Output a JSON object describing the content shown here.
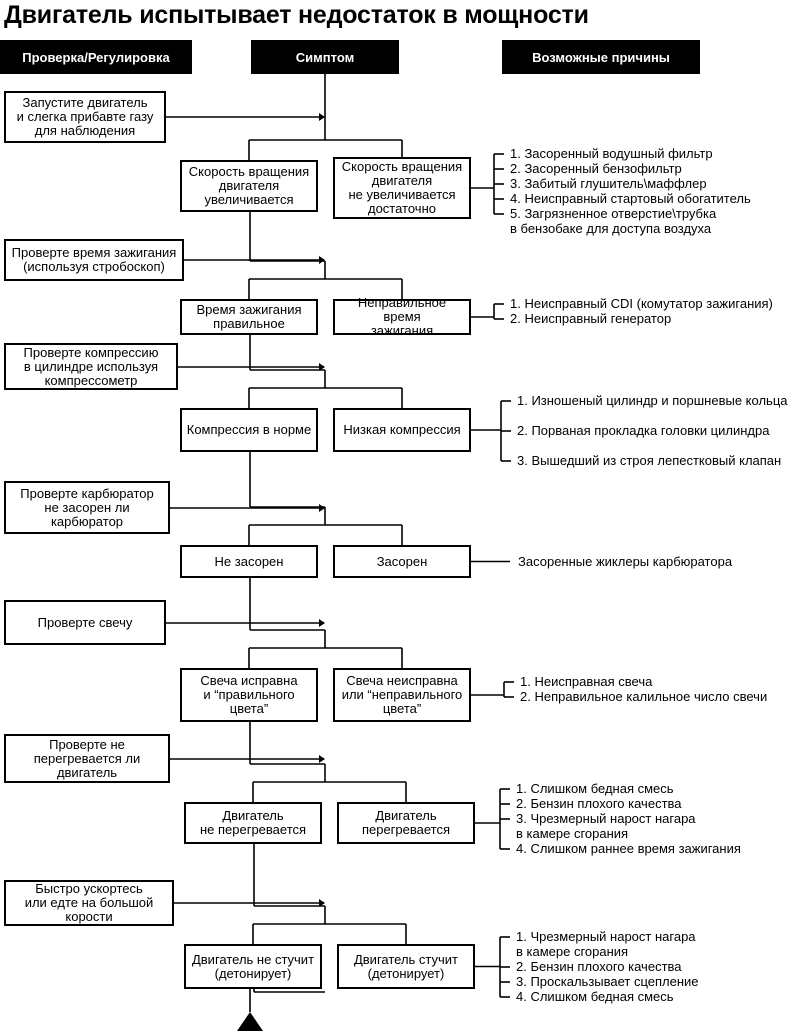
{
  "title": "Двигатель испытывает недостаток в мощности",
  "headers": {
    "check": "Проверка/Регулировка",
    "symptom": "Симптом",
    "causes": "Возможные причины"
  },
  "steps": [
    {
      "check": "Запустите двигатель\nи слегка прибавте газу\nдля наблюдения",
      "ok": "Скорость вращения\nдвигателя\nувеличивается",
      "fault": "Скорость вращения\nдвигателя\nне увеличивается\nдостаточно",
      "causes": [
        "1. Засоренный водушный фильтр",
        "2. Засоренный бензофильтр",
        "3. Забитый глушитель\\маффлер",
        "4. Неисправный стартовый обогатитель",
        "5. Загрязненное отверстие\\трубка\n    в бензобаке для доступа воздуха"
      ]
    },
    {
      "check": "Проверте время зажигания\n(используя стробоскоп)",
      "ok": "Время зажигания\nправильное",
      "fault": "Неправильное время\nзажигания",
      "causes": [
        "1. Неисправный CDI (комутатор зажигания)",
        "2. Неисправный генератор"
      ]
    },
    {
      "check": "Проверте компрессию\nв цилиндре используя\nкомпрессометр",
      "ok": "Компрессия в норме",
      "fault": "Низкая компрессия",
      "causes": [
        "1. Изношеный цилиндр и поршневые кольца",
        "2. Порваная прокладка головки цилиндра",
        "3. Вышедший из строя лепестковый клапан"
      ]
    },
    {
      "check": "Проверте карбюратор\nне засорен ли\nкарбюратор",
      "ok": "Не засорен",
      "fault": "Засорен",
      "causes": [
        "Засоренные жиклеры карбюратора"
      ]
    },
    {
      "check": "Проверте свечу",
      "ok": "Свеча исправна\nи “правильного\nцвета”",
      "fault": "Свеча неисправна\nили “неправильного\nцвета”",
      "causes": [
        "1. Неисправная свеча",
        "2. Неправильное калильное число свечи"
      ]
    },
    {
      "check": "Проверте не\nперегревается ли\nдвигатель",
      "ok": "Двигатель\nне перегревается",
      "fault": "Двигатель\nперегревается",
      "causes": [
        "1. Слишком бедная смесь",
        "2. Бензин плохого качества",
        "3. Чрезмерный нарост нагара\n    в камере сгорания",
        "4. Слишком раннее время зажигания"
      ]
    },
    {
      "check": "Быстро ускортесь\nили едте на большой\nкорости",
      "ok": "Двигатель не стучит\n(детонирует)",
      "fault": "Двигатель стучит\n(детонирует)",
      "causes": [
        "1. Чрезмерный нарост нагара\n    в камере сгорания",
        "2. Бензин плохого качества",
        "3. Проскальзывает сцепление",
        "4. Слишком бедная смесь"
      ]
    }
  ]
}
